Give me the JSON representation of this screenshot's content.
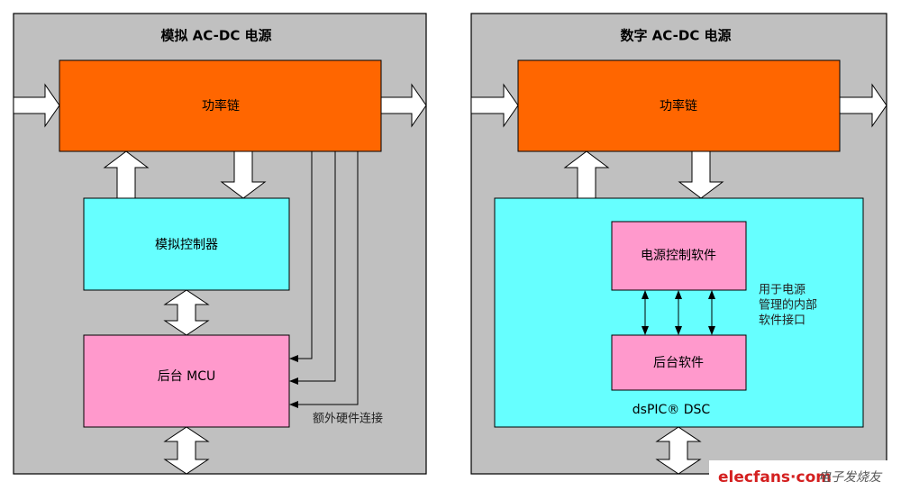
{
  "analog": {
    "title": "模拟 AC-DC 电源",
    "power_chain": "功率链",
    "controller": "模拟控制器",
    "mcu": "后台 MCU",
    "extra_hw": "额外硬件连接"
  },
  "digital": {
    "title": "数字 AC-DC 电源",
    "power_chain": "功率链",
    "power_sw": "电源控制软件",
    "background_sw": "后台软件",
    "interface_note": [
      "用于电源",
      "管理的内部",
      "软件接口"
    ],
    "device": "dsPIC® DSC"
  },
  "watermark": {
    "brand": "elecfans·com",
    "cn": "电子发烧友"
  },
  "colors": {
    "power_chain": "#ff6600",
    "controller": "#66ffff",
    "mcu": "#ff99cc",
    "panel": "#c0c0c0"
  }
}
